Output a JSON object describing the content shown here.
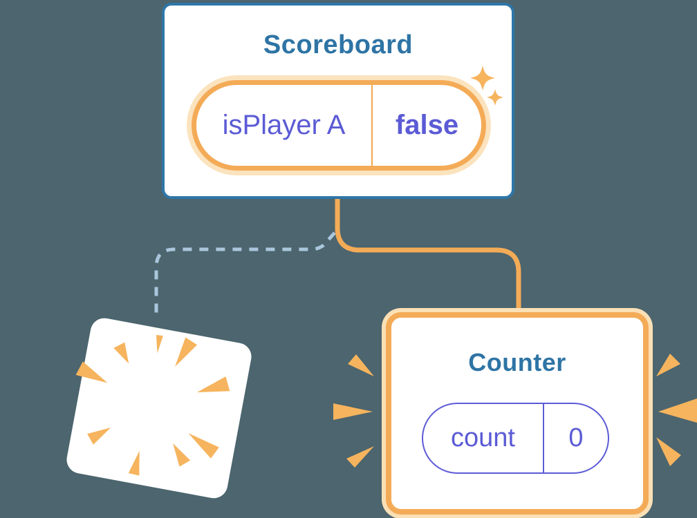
{
  "scoreboard": {
    "title": "Scoreboard",
    "state": {
      "key": "isPlayer A",
      "value": "false"
    }
  },
  "counter": {
    "title": "Counter",
    "state": {
      "key": "count",
      "value": "0"
    }
  },
  "icons": {
    "sparkles": "sparkles-icon",
    "starburst": "starburst-icon",
    "burst_left": "burst-rays-left-icon",
    "burst_right": "burst-rays-right-icon"
  },
  "colors": {
    "background": "#4C656E",
    "card_background": "#FFFFFF",
    "scoreboard_border_blue": "#2E76A8",
    "title_blue": "#2E74A5",
    "state_purple": "#5B5BD6",
    "accent_orange": "#F4AB57",
    "accent_orange_halo": "#FBE3BE",
    "burst_orange": "#F6B45E",
    "dashed_line_blue": "#A9C6DC"
  }
}
